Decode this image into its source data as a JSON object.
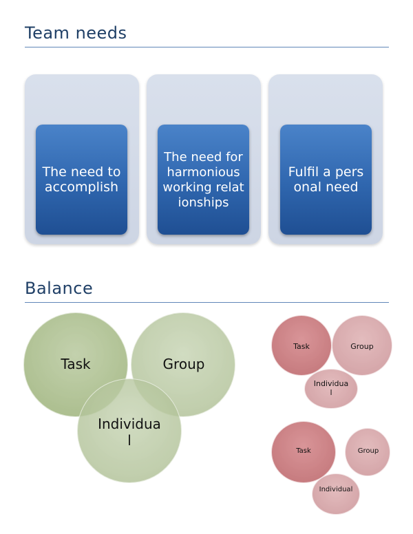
{
  "sections": {
    "team_needs": {
      "title": "Team needs",
      "boxes": [
        {
          "label": "The need to accomplish"
        },
        {
          "label": "The need for harmonious working relationships"
        },
        {
          "label": "Fulfil a personal need"
        }
      ]
    },
    "balance": {
      "title": "Balance",
      "large": {
        "task": "Task",
        "group": "Group",
        "individual": "Individual"
      },
      "small_top": {
        "task": "Task",
        "group": "Group",
        "individual": "Individual"
      },
      "small_bottom": {
        "task": "Task",
        "group": "Group",
        "individual": "Individual"
      }
    }
  },
  "colors": {
    "heading": "#1f3f66",
    "rule": "#5f86b8",
    "box_outer": "#d2d9e7",
    "box_inner": "#3a72bb",
    "circle_green": "#a4b884",
    "circle_red": "#c47a7e",
    "circle_pink": "#d6a6a9"
  }
}
